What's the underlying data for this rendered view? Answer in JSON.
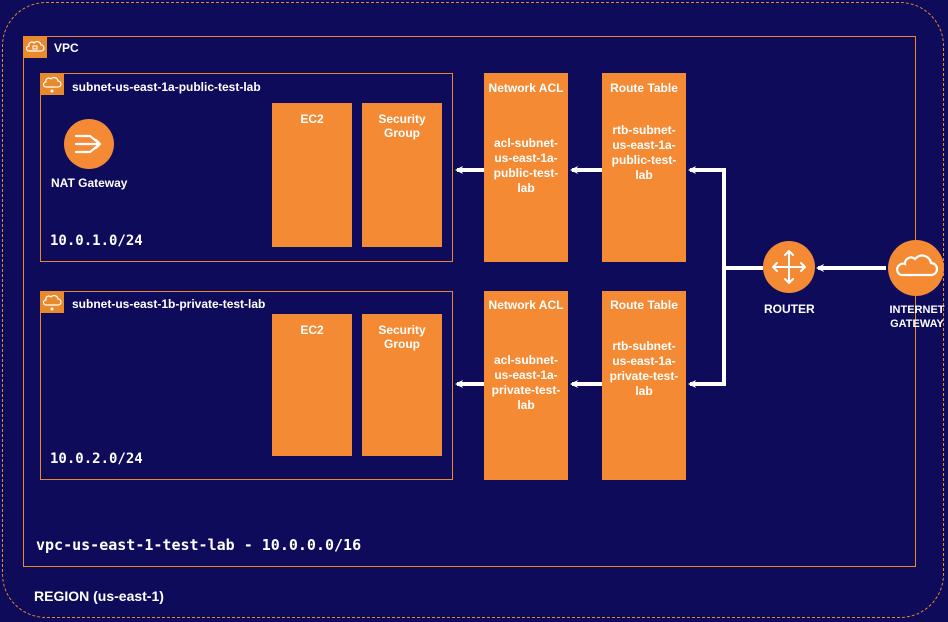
{
  "region": {
    "label": "REGION (us-east-1)"
  },
  "vpc": {
    "title": "VPC",
    "footer": "vpc-us-east-1-test-lab - 10.0.0.0/16"
  },
  "subnets": [
    {
      "name": "subnet-us-east-1a-public-test-lab",
      "cidr": "10.0.1.0/24",
      "ec2": "EC2",
      "sg": [
        "Security",
        "Group"
      ],
      "nacl": {
        "title": "Network ACL",
        "lines": [
          "acl-subnet-",
          "us-east-1a-",
          "public-test-",
          "lab"
        ]
      },
      "rtb": {
        "title": "Route Table",
        "lines": [
          "rtb-subnet-",
          "us-east-1a-",
          "public-test-",
          "lab"
        ]
      }
    },
    {
      "name": "subnet-us-east-1b-private-test-lab",
      "cidr": "10.0.2.0/24",
      "ec2": "EC2",
      "sg": [
        "Security",
        "Group"
      ],
      "nacl": {
        "title": "Network ACL",
        "lines": [
          "acl-subnet-",
          "us-east-1a-",
          "private-test-",
          "lab"
        ]
      },
      "rtb": {
        "title": "Route Table",
        "lines": [
          "rtb-subnet-",
          "us-east-1a-",
          "private-test-",
          "lab"
        ]
      }
    }
  ],
  "nat": {
    "label": "NAT Gateway",
    "icon": "nat-gateway-icon"
  },
  "router": {
    "label": "ROUTER",
    "icon": "router-icon"
  },
  "igw": {
    "lines": [
      "INTERNET",
      "GATEWAY"
    ],
    "icon": "cloud-icon"
  },
  "colors": {
    "background": "#0d0b5a",
    "accent": "#f58a34",
    "border": "#e8892b"
  }
}
